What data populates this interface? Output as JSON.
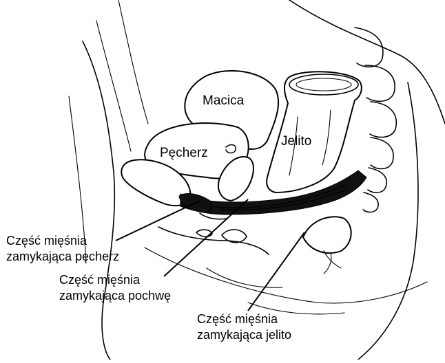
{
  "organs": {
    "uterus": "Macica",
    "bladder": "Pęcherz",
    "bowel": "Jelito"
  },
  "callouts": {
    "bladder_muscle": {
      "line1": "Część mięśnia",
      "line2": "zamykająca pęcherz"
    },
    "vagina_muscle": {
      "line1": "Część mięśnia",
      "line2": "zamykająca pochwę"
    },
    "bowel_muscle": {
      "line1": "Część mięśnia",
      "line2": "zamykająca jelito"
    }
  },
  "colors": {
    "ink": "#000000",
    "background": "#ffffff",
    "muscle": "#111111"
  }
}
